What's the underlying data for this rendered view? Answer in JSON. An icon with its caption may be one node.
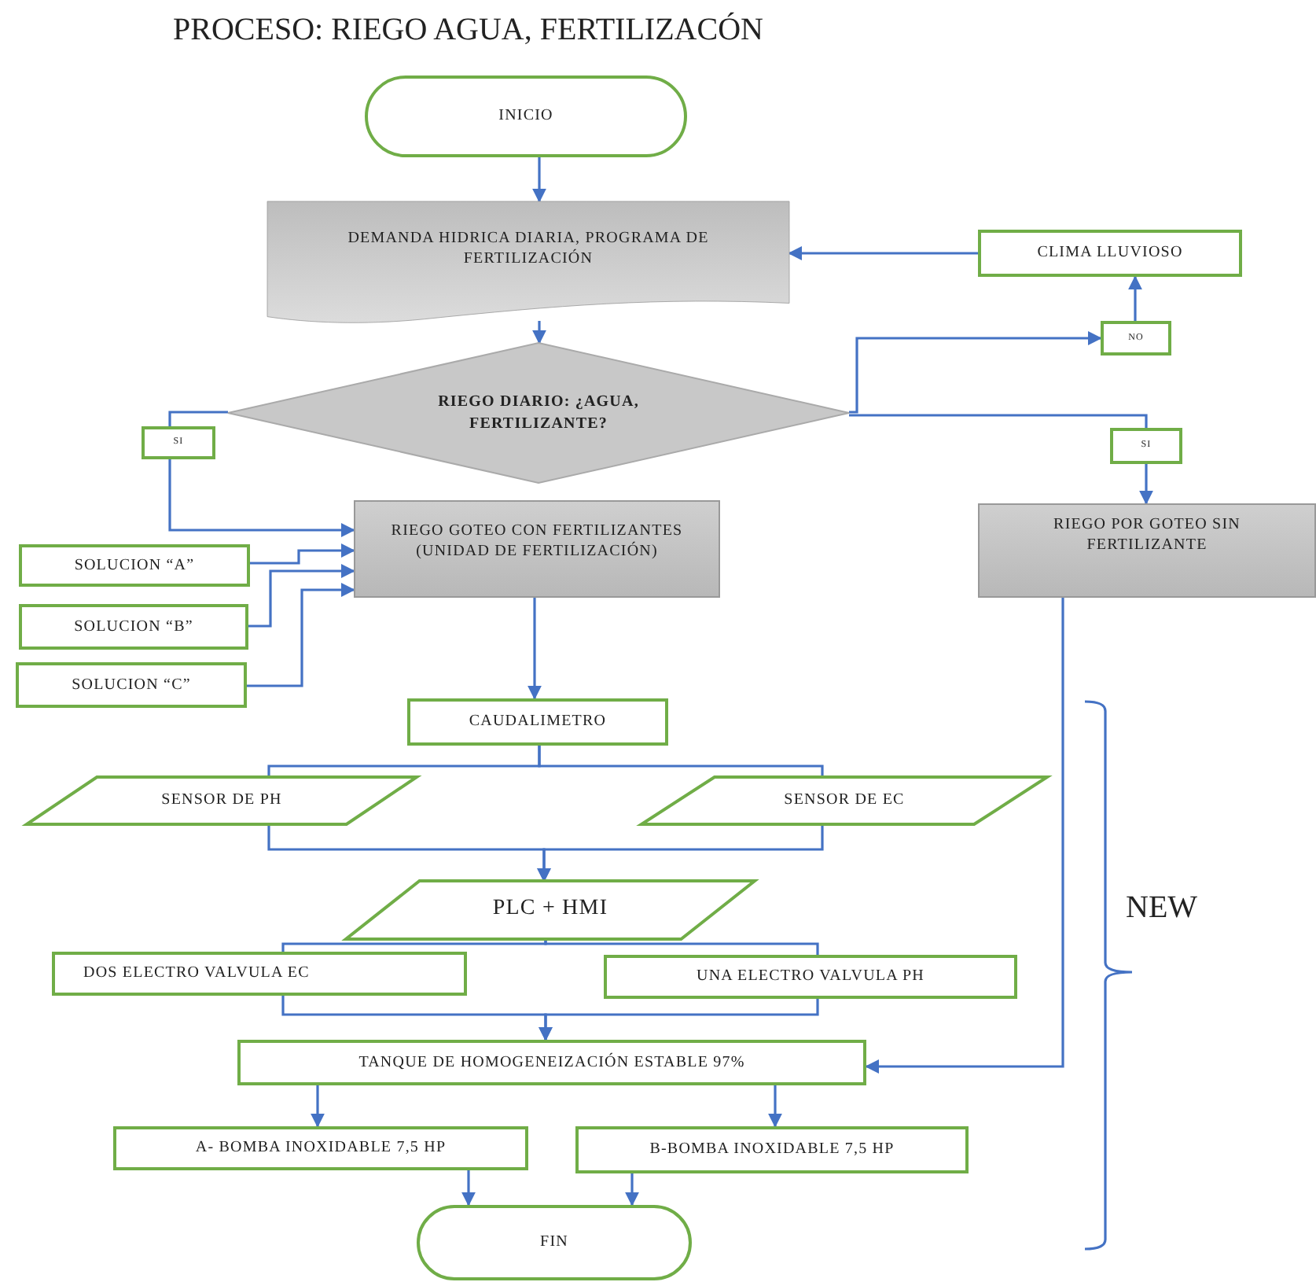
{
  "diagram": {
    "title": "PROCESO: RIEGO AGUA, FERTILIZACÓN",
    "nodes": [
      {
        "text": [
          "INICIO"
        ]
      },
      {
        "text": [
          "DEMANDA HIDRICA DIARIA, PROGRAMA DE FERTILIZACIÓN"
        ]
      },
      {
        "text": [
          "CLIMA LLUVIOSO"
        ]
      },
      {
        "text": [
          "NO"
        ]
      },
      {
        "text": [
          "RIEGO DIARIO: ¿AGUA, FERTILIZANTE?"
        ]
      },
      {
        "text": [
          "SI"
        ]
      },
      {
        "text": [
          "SI"
        ]
      },
      {
        "text": [
          "RIEGO GOTEO CON FERTILIZANTES (UNIDAD DE FERTILIZACIÓN)"
        ]
      },
      {
        "text": [
          "RIEGO POR GOTEO SIN FERTILIZANTE"
        ]
      },
      {
        "text": [
          "SOLUCION “A”"
        ]
      },
      {
        "text": [
          "SOLUCION “B”"
        ]
      },
      {
        "text": [
          "SOLUCION “C”"
        ]
      },
      {
        "text": [
          "CAUDALIMETRO"
        ]
      },
      {
        "text": [
          "SENSOR DE PH"
        ]
      },
      {
        "text": [
          "SENSOR DE EC"
        ]
      },
      {
        "text": [
          "PLC + HMI"
        ]
      },
      {
        "text": [
          "DOS ELECTRO VALVULA EC"
        ]
      },
      {
        "text": [
          "UNA ELECTRO VALVULA PH"
        ]
      },
      {
        "text": [
          "TANQUE DE HOMOGENEIZACIÓN ESTABLE 97%"
        ]
      },
      {
        "text": [
          "A- BOMBA INOXIDABLE 7,5 HP"
        ]
      },
      {
        "text": [
          "B-BOMBA INOXIDABLE 7,5 HP"
        ]
      },
      {
        "text": [
          "FIN"
        ]
      }
    ],
    "edges": [
      {
        "from": 0,
        "to": 1,
        "arrow": "to"
      },
      {
        "from": 1,
        "to": 4,
        "arrow": "to"
      },
      {
        "from": 4,
        "to": 3,
        "arrow": "to"
      },
      {
        "from": 3,
        "to": 2,
        "arrow": "to"
      },
      {
        "from": 2,
        "to": 1,
        "arrow": "to"
      },
      {
        "from": 4,
        "to": 5,
        "arrow": "none"
      },
      {
        "from": 5,
        "to": 7,
        "arrow": "to"
      },
      {
        "from": 4,
        "to": 6,
        "arrow": "none"
      },
      {
        "from": 6,
        "to": 8,
        "arrow": "to"
      },
      {
        "from": 9,
        "to": 7,
        "arrow": "to"
      },
      {
        "from": 10,
        "to": 7,
        "arrow": "to"
      },
      {
        "from": 11,
        "to": 7,
        "arrow": "to"
      },
      {
        "from": 7,
        "to": 12,
        "arrow": "to"
      },
      {
        "from": 12,
        "to": 13,
        "arrow": "none"
      },
      {
        "from": 12,
        "to": 14,
        "arrow": "none"
      },
      {
        "from": 13,
        "to": 15,
        "arrow": "to"
      },
      {
        "from": 14,
        "to": 15,
        "arrow": "to"
      },
      {
        "from": 15,
        "to": 16,
        "arrow": "none"
      },
      {
        "from": 15,
        "to": 17,
        "arrow": "none"
      },
      {
        "from": 16,
        "to": 18,
        "arrow": "to"
      },
      {
        "from": 17,
        "to": 18,
        "arrow": "to"
      },
      {
        "from": 8,
        "to": 18,
        "arrow": "to"
      },
      {
        "from": 18,
        "to": 19,
        "arrow": "to"
      },
      {
        "from": 18,
        "to": 20,
        "arrow": "to"
      },
      {
        "from": 19,
        "to": 21,
        "arrow": "to"
      },
      {
        "from": 20,
        "to": 21,
        "arrow": "to"
      }
    ],
    "labels": [
      "NEW"
    ]
  }
}
